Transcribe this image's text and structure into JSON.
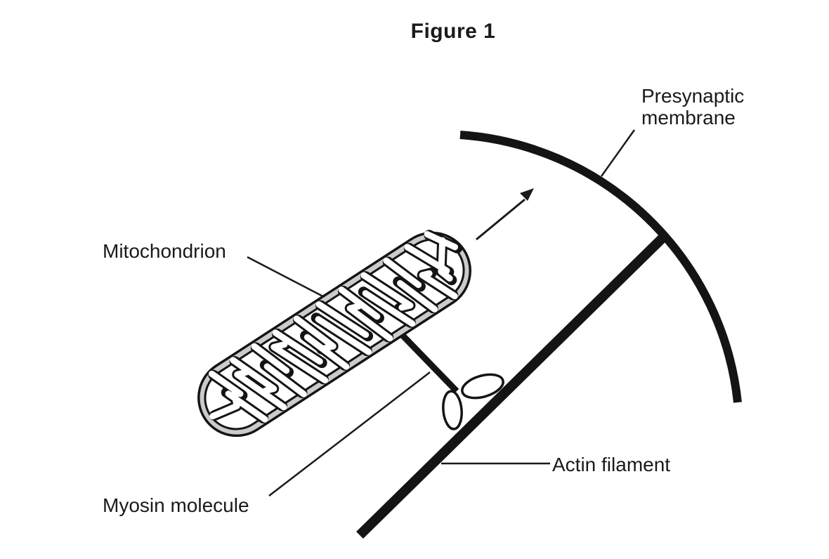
{
  "figure": {
    "title": "Figure 1"
  },
  "labels": {
    "presynaptic_membrane": "Presynaptic membrane",
    "mitochondrion": "Mitochondrion",
    "myosin_molecule": "Myosin molecule",
    "actin_filament": "Actin filament"
  },
  "colors": {
    "ink": "#1a1a1a",
    "membrane_gray": "#cbcbcb",
    "background": "#ffffff"
  }
}
